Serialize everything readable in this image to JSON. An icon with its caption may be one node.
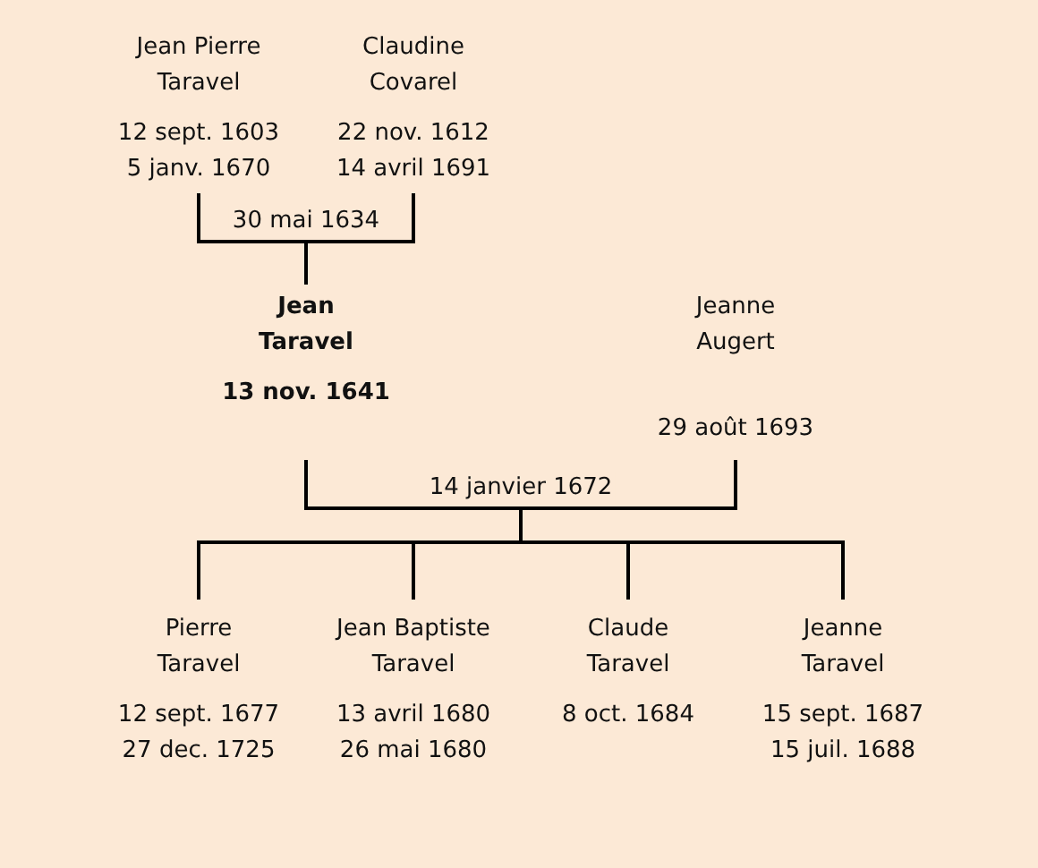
{
  "diagram": {
    "nodes": [
      {
        "text": [
          "Jean Pierre Taravel",
          "12 sept. 1603",
          "5 janv. 1670"
        ]
      },
      {
        "text": [
          "Claudine Covarel",
          "22 nov. 1612",
          "14 avril 1691"
        ]
      },
      {
        "text": [
          "Jean Taravel",
          "13 nov. 1641"
        ]
      },
      {
        "text": [
          "Jeanne Augert",
          "29 août 1693"
        ]
      },
      {
        "text": [
          "Pierre Taravel",
          "12 sept. 1677",
          "27 dec. 1725"
        ]
      },
      {
        "text": [
          "Jean Baptiste Taravel",
          "13 avril 1680",
          "26 mai 1680"
        ]
      },
      {
        "text": [
          "Claude Taravel",
          "8 oct. 1684"
        ]
      },
      {
        "text": [
          "Jeanne Taravel",
          "15 sept. 1687",
          "15 juil. 1688"
        ]
      }
    ],
    "edges": [
      {
        "from": 0,
        "to": 2,
        "arrow": "none",
        "label": "30 mai 1634"
      },
      {
        "from": 1,
        "to": 2,
        "arrow": "none"
      },
      {
        "from": 2,
        "to": 4,
        "arrow": "none",
        "label": "14 janvier 1672"
      },
      {
        "from": 2,
        "to": 5,
        "arrow": "none"
      },
      {
        "from": 2,
        "to": 6,
        "arrow": "none"
      },
      {
        "from": 2,
        "to": 7,
        "arrow": "none"
      },
      {
        "from": 3,
        "to": 4,
        "arrow": "none"
      },
      {
        "from": 3,
        "to": 5,
        "arrow": "none"
      },
      {
        "from": 3,
        "to": 6,
        "arrow": "none"
      },
      {
        "from": 3,
        "to": 7,
        "arrow": "none"
      }
    ]
  }
}
